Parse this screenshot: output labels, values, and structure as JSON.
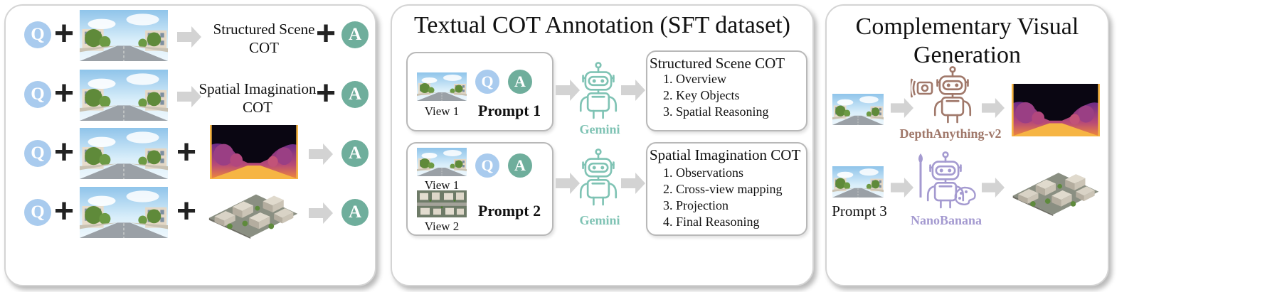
{
  "left": {
    "q_label": "Q",
    "a_label": "A",
    "row1_text_a": "Structured Scene",
    "row1_text_b": "COT",
    "row2_text_a": "Spatial Imagination",
    "row2_text_b": "COT"
  },
  "middle": {
    "title": "Textual COT Annotation (SFT dataset)",
    "q_label": "Q",
    "a_label": "A",
    "view1": "View 1",
    "view2": "View 2",
    "prompt1": "Prompt 1",
    "prompt2": "Prompt 2",
    "gemini": "Gemini",
    "box1": {
      "heading": "Structured Scene COT",
      "items": [
        "1. Overview",
        "2. Key Objects",
        "3. Spatial Reasoning"
      ]
    },
    "box2": {
      "heading": "Spatial Imagination COT",
      "items": [
        "1. Observations",
        "2. Cross-view mapping",
        "3. Projection",
        "4. Final Reasoning"
      ]
    }
  },
  "right": {
    "title_a": "Complementary Visual",
    "title_b": "Generation",
    "depth_model": "DepthAnything-v2",
    "nano_model": "NanoBanana",
    "prompt3": "Prompt 3"
  },
  "colors": {
    "q_blue": "#a9cbee",
    "a_green": "#6fae9c",
    "gemini_green": "#7fc3b4",
    "depth_brown": "#a0786a",
    "nano_purple": "#a49ad0",
    "arrow_gray": "#d3d3d3"
  }
}
